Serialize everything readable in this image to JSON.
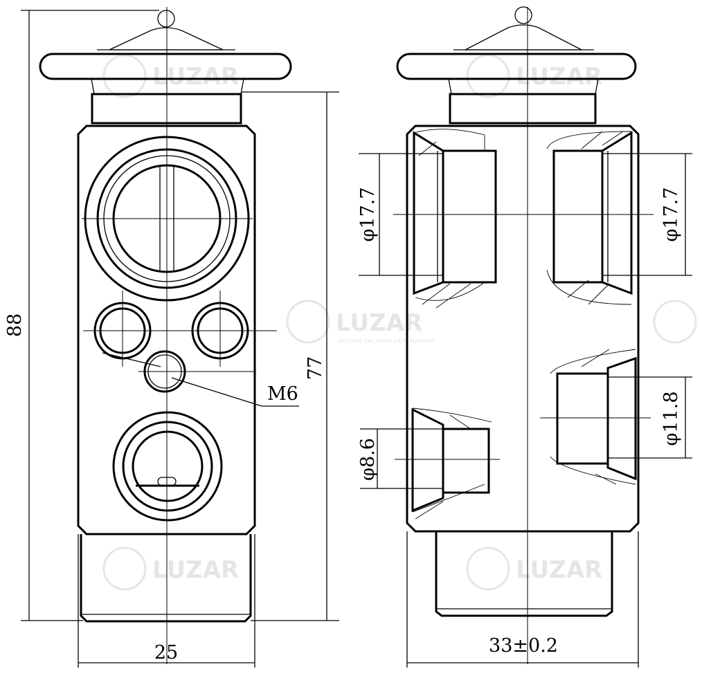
{
  "watermark": {
    "brand": "LUZAR",
    "tagline": "детали системы охлаждения"
  },
  "left_view": {
    "dim_total_height": "88",
    "dim_body_height": "77",
    "dim_width": "25",
    "thread_label": "M6"
  },
  "right_view": {
    "dim_width": "33±0.2",
    "dim_port_upper_left": "φ17.7",
    "dim_port_upper_right": "φ17.7",
    "dim_port_lower_right": "φ11.8",
    "dim_port_lower_left": "φ8.6"
  }
}
